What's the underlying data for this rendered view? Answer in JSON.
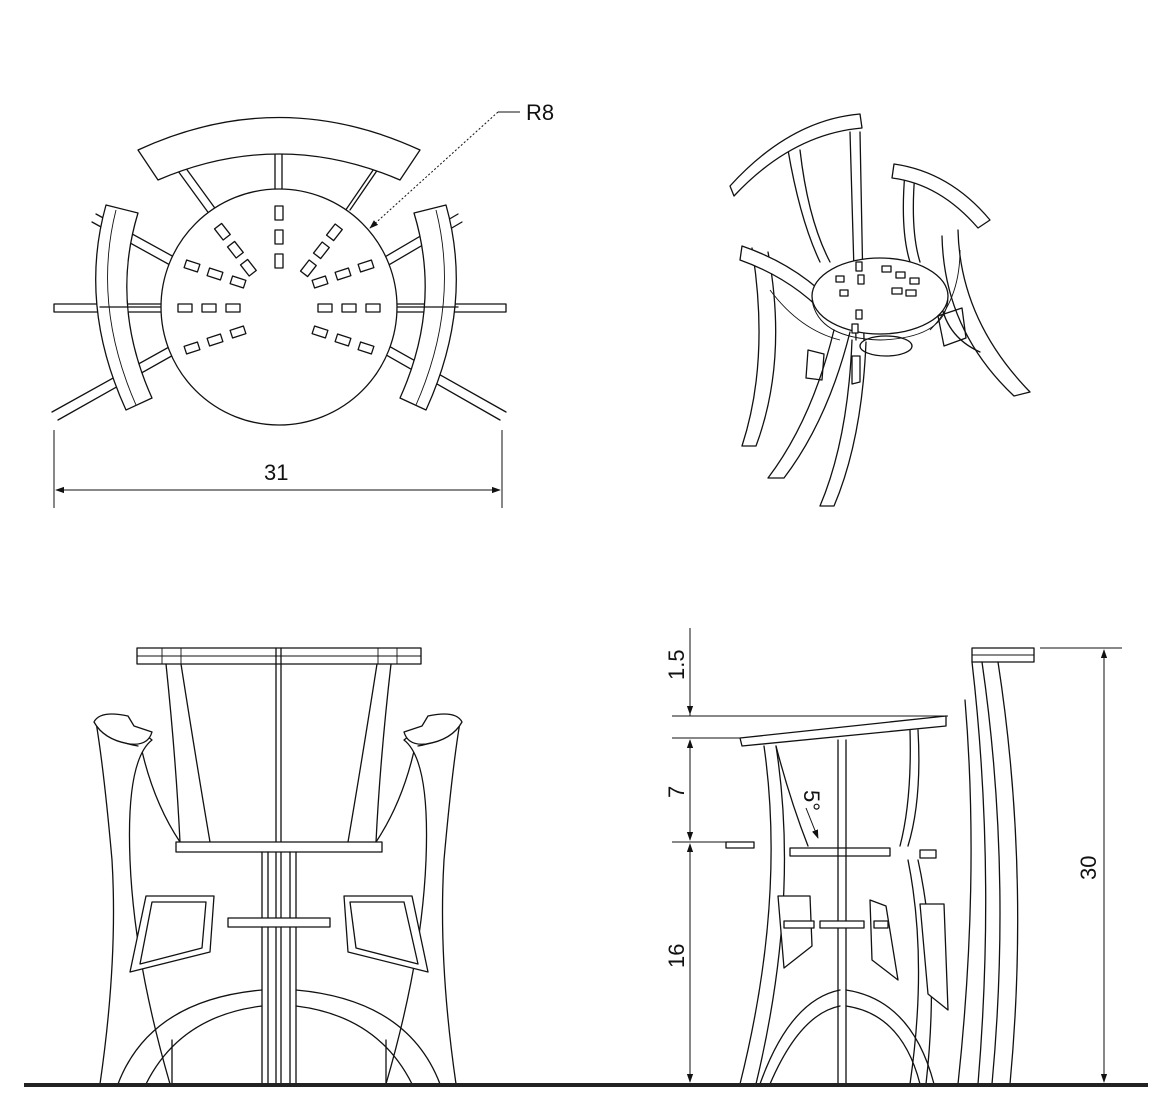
{
  "dimensions": {
    "top_width": "31",
    "top_radius": "R8",
    "side_top": "1.5",
    "side_mid": "7",
    "side_bottom": "16",
    "side_total": "30",
    "angle": "5°"
  }
}
